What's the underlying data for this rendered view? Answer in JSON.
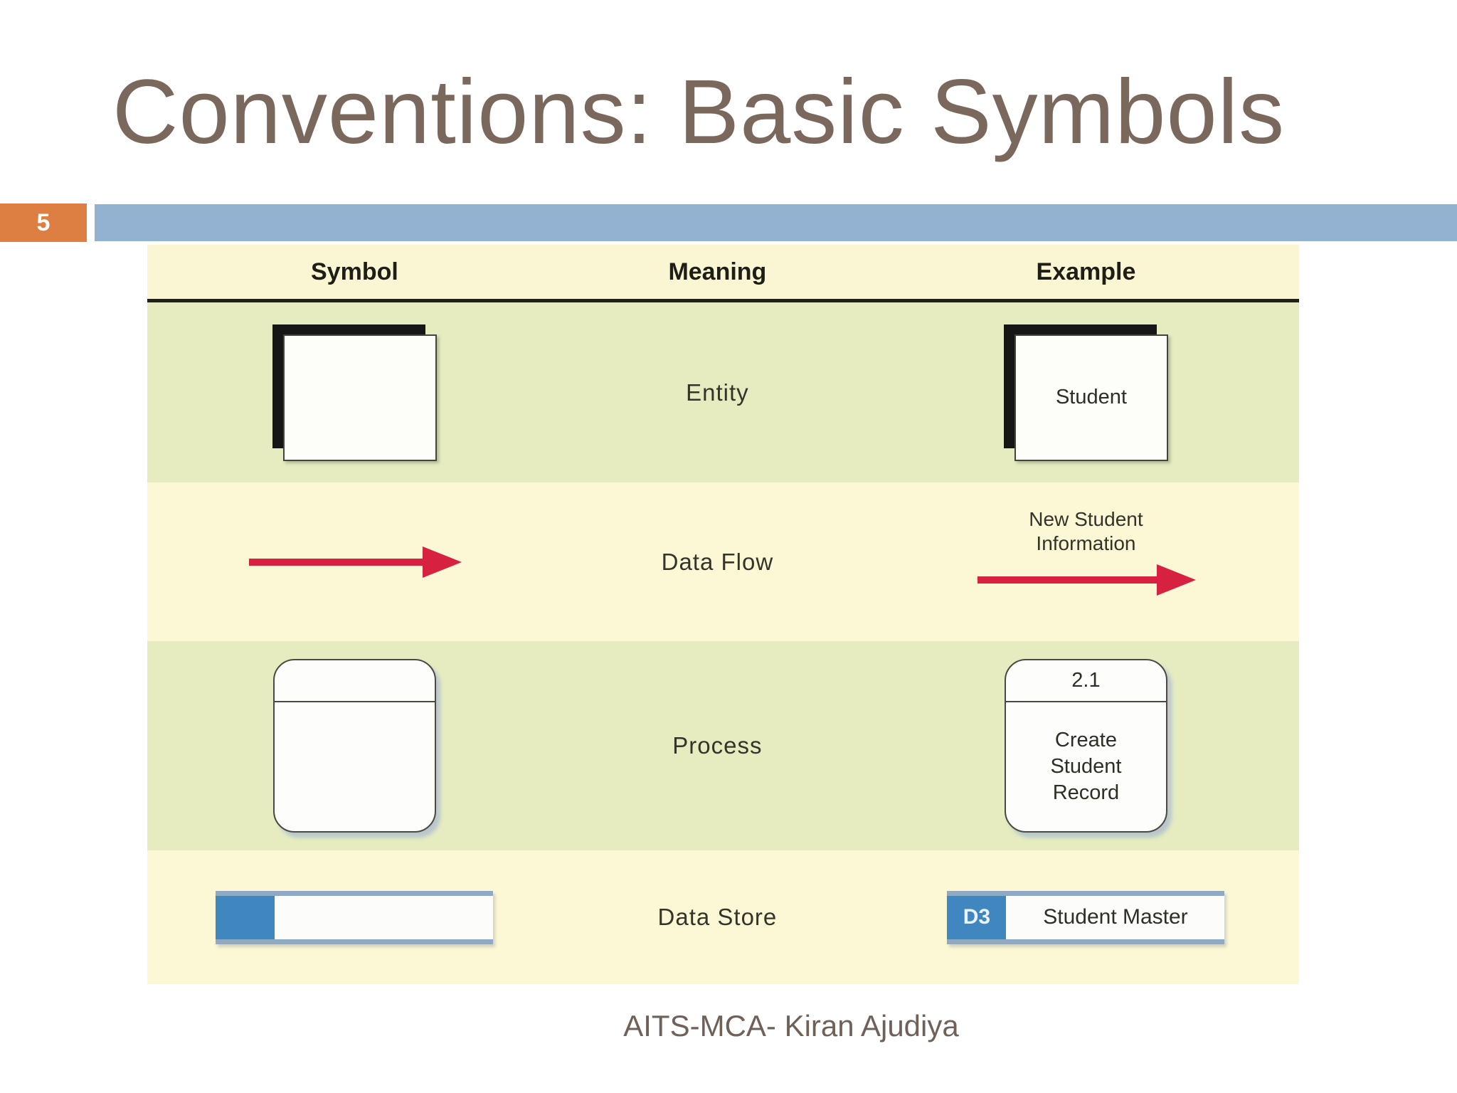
{
  "slide": {
    "title": "Conventions: Basic Symbols",
    "slide_number": "5",
    "footer": "AITS-MCA- Kiran Ajudiya"
  },
  "table": {
    "headers": {
      "symbol": "Symbol",
      "meaning": "Meaning",
      "example": "Example"
    },
    "rows": [
      {
        "meaning": "Entity",
        "symbol_icon": "shadowed-square",
        "example_label": "Student"
      },
      {
        "meaning": "Data Flow",
        "symbol_icon": "red-right-arrow",
        "example_caption": [
          "New Student",
          "Information"
        ]
      },
      {
        "meaning": "Process",
        "symbol_icon": "rounded-rectangle-with-header-line",
        "example_number": "2.1",
        "example_lines": [
          "Create",
          "Student",
          "Record"
        ]
      },
      {
        "meaning": "Data Store",
        "symbol_icon": "open-ended-rectangle-with-tab",
        "example_tab": "D3",
        "example_label": "Student Master"
      }
    ]
  },
  "colors": {
    "title_text": "#7b685c",
    "slide_number_bg": "#dd7e42",
    "accent_band": "#93b2d1",
    "header_row_bg": "#faf6d4",
    "row_yellow": "#fcf8d6",
    "row_green": "#e6ecc0",
    "arrow_red": "#d62240",
    "data_store_blue": "#4187bf",
    "footer_text": "#6f6158"
  }
}
